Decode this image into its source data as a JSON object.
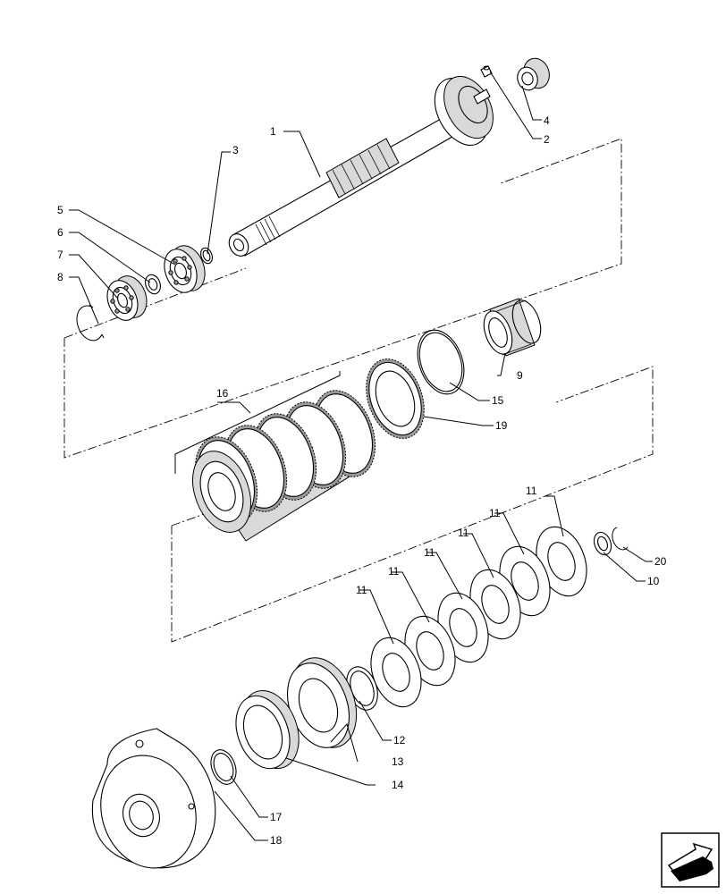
{
  "callouts": [
    {
      "id": "c1",
      "label": "1"
    },
    {
      "id": "c2",
      "label": "2"
    },
    {
      "id": "c3",
      "label": "3"
    },
    {
      "id": "c4",
      "label": "4"
    },
    {
      "id": "c5",
      "label": "5"
    },
    {
      "id": "c6",
      "label": "6"
    },
    {
      "id": "c7",
      "label": "7"
    },
    {
      "id": "c8",
      "label": "8"
    },
    {
      "id": "c9",
      "label": "9"
    },
    {
      "id": "c10",
      "label": "10"
    },
    {
      "id": "c11a",
      "label": "11"
    },
    {
      "id": "c11b",
      "label": "11"
    },
    {
      "id": "c11c",
      "label": "11"
    },
    {
      "id": "c11d",
      "label": "11"
    },
    {
      "id": "c11e",
      "label": "11"
    },
    {
      "id": "c11f",
      "label": "11"
    },
    {
      "id": "c12",
      "label": "12"
    },
    {
      "id": "c13",
      "label": "13"
    },
    {
      "id": "c14",
      "label": "14"
    },
    {
      "id": "c15",
      "label": "15"
    },
    {
      "id": "c16",
      "label": "16"
    },
    {
      "id": "c17",
      "label": "17"
    },
    {
      "id": "c18",
      "label": "18"
    },
    {
      "id": "c19",
      "label": "19"
    },
    {
      "id": "c20",
      "label": "20"
    }
  ],
  "icons": {
    "nav": "next-page-arrow-icon"
  }
}
